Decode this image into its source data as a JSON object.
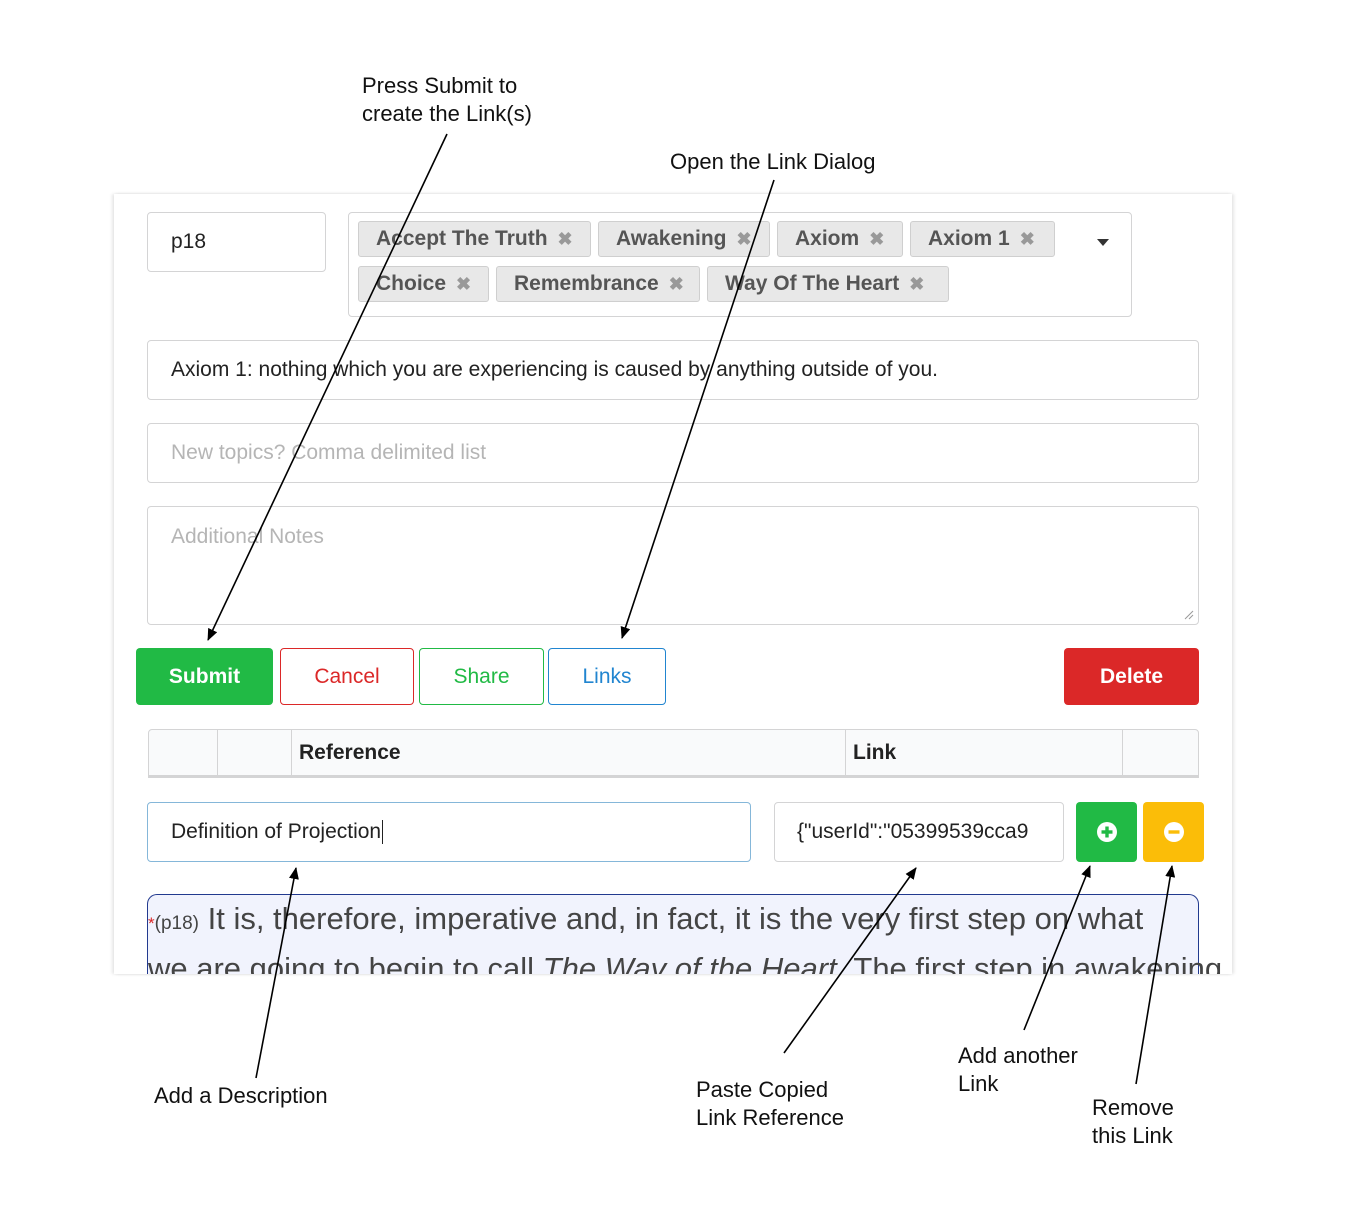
{
  "form": {
    "paragraph_id": "p18",
    "topics": [
      {
        "label": "Accept The Truth"
      },
      {
        "label": "Awakening"
      },
      {
        "label": "Axiom"
      },
      {
        "label": "Axiom 1"
      },
      {
        "label": "Choice"
      },
      {
        "label": "Remembrance"
      },
      {
        "label": "Way Of The Heart"
      }
    ],
    "chip_remove_glyph": "✖",
    "quote_text": "Axiom 1: nothing which you are experiencing is caused by anything outside of you.",
    "new_topics_placeholder": "New topics? Comma delimited list",
    "notes_placeholder": "Additional Notes"
  },
  "buttons": {
    "submit": "Submit",
    "cancel": "Cancel",
    "share": "Share",
    "links": "Links",
    "delete": "Delete"
  },
  "links_table": {
    "headers": [
      "",
      "",
      "Reference",
      "Link",
      ""
    ],
    "row": {
      "description": "Definition of Projection",
      "link": "{\"userId\":\"05399539cca9"
    }
  },
  "preview": {
    "marker": "*",
    "paragraph_ref": "(p18)",
    "line1": "It is, therefore, imperative and, in fact, it is the very first step on what",
    "line2_before": "we are going to begin to call ",
    "line2_italic": "The Way of the Heart",
    "line2_after": ". The first step in awakening"
  },
  "annotations": {
    "submit": "Press Submit to\ncreate the Link(s)",
    "links": "Open the Link Dialog",
    "description": "Add a Description",
    "paste": "Paste Copied\nLink Reference",
    "add": "Add another\nLink",
    "remove": "Remove\nthis Link"
  },
  "colors": {
    "green": "#21ba45",
    "red": "#db2828",
    "blue": "#2185d0",
    "yellow": "#fbbd08",
    "preview_bg": "#f1f3fd"
  }
}
